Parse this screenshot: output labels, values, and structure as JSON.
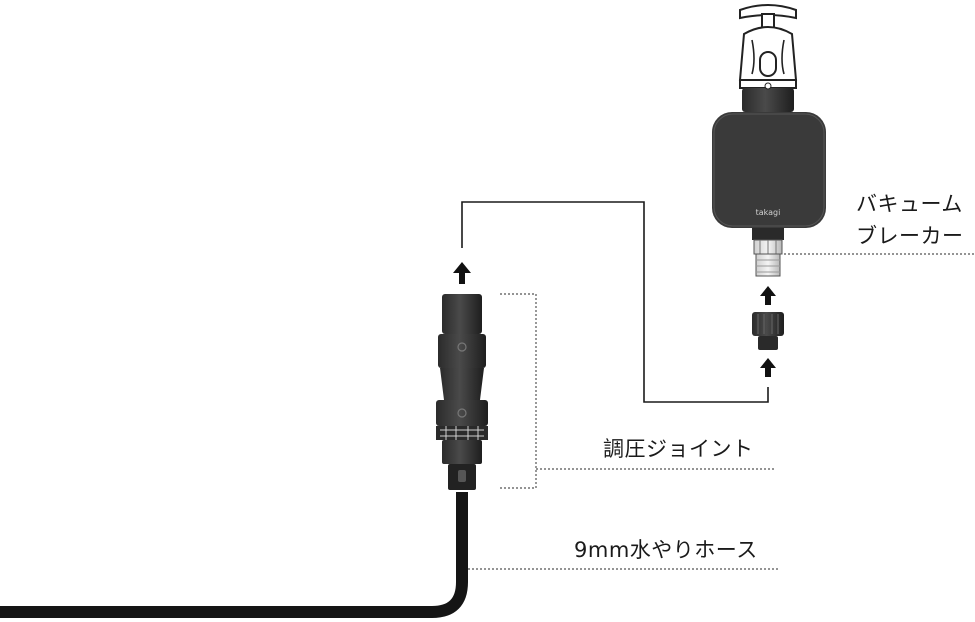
{
  "labels": {
    "vacuum_breaker_line1": "バキューム",
    "vacuum_breaker_line2": "ブレーカー",
    "pressure_joint": "調圧ジョイント",
    "hose": "9mm水やりホース"
  },
  "timer_brand": "takagi",
  "colors": {
    "device_body": "#3a3a3a",
    "hose": "#151515",
    "line": "#1a1a1a",
    "leader": "#555555"
  }
}
